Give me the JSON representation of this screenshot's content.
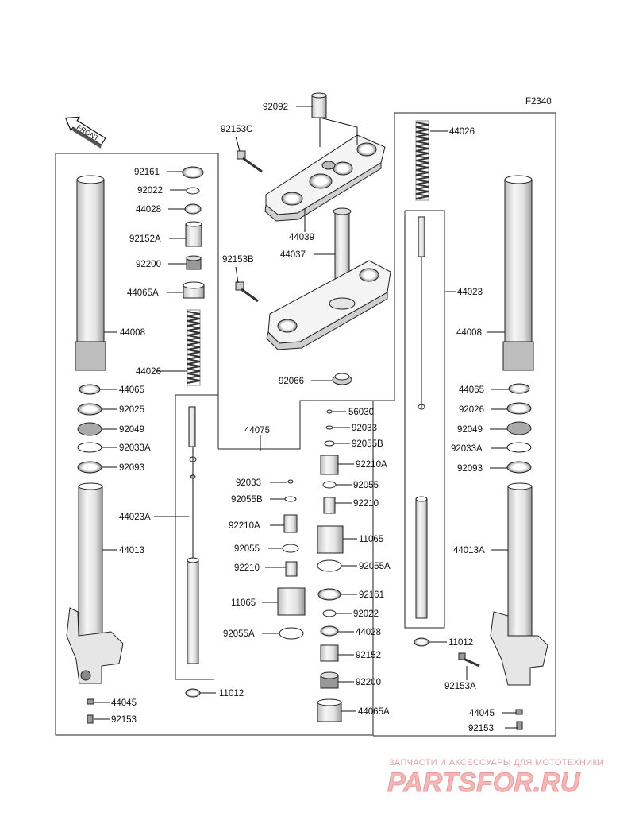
{
  "figure_code": "F2340",
  "front_label": "FRONT",
  "callouts": {
    "p92092": "92092",
    "p92153C": "92153C",
    "p44039": "44039",
    "p92153B": "92153B",
    "p44037": "44037",
    "p92066": "92066",
    "p44026_top": "44026",
    "p44023": "44023",
    "p44008_r": "44008",
    "p44065_r": "44065",
    "p92026_r": "92026",
    "p92049_r": "92049",
    "p92033A_r": "92033A",
    "p92093_r": "92093",
    "p44013A": "44013A",
    "p11012_r": "11012",
    "p92153A": "92153A",
    "p44045_r": "44045",
    "p92153_r": "92153",
    "p92161_l": "92161",
    "p92022_l": "92022",
    "p44028_l": "44028",
    "p92152A": "92152A",
    "p92200_l": "92200",
    "p44065A_l": "44065A",
    "p44008_l": "44008",
    "p44026_l": "44026",
    "p44065_l": "44065",
    "p92025": "92025",
    "p92049_l": "92049",
    "p92033A_l": "92033A",
    "p92093_l": "92093",
    "p44023A": "44023A",
    "p44013": "44013",
    "p44045_l": "44045",
    "p92153_l": "92153",
    "p44075": "44075",
    "p92033_c": "92033",
    "p92055B_c": "92055B",
    "p92210A_c": "92210A",
    "p92055_c": "92055",
    "p92210_c": "92210",
    "p11065_c": "11065",
    "p92055A_c": "92055A",
    "p11012_c": "11012",
    "p56030": "56030",
    "p92033_m": "92033",
    "p92055B_m": "92055B",
    "p92210A_m": "92210A",
    "p92055_m": "92055",
    "p92210_m": "92210",
    "p11065_m": "11065",
    "p92055A_m": "92055A",
    "p92161_m": "92161",
    "p92022_m": "92022",
    "p44028_m": "44028",
    "p92152_m": "92152",
    "p92200_m": "92200",
    "p44065A_m": "44065A"
  },
  "watermark": {
    "tagline": "ЗАПЧАСТИ И АКСЕССУАРЫ ДЛЯ МОТОТЕХНИКИ",
    "brand": "PARTSFOR.RU"
  },
  "colors": {
    "line": "#111111",
    "part_fill": "#f4f4f4",
    "part_shade": "#cfcfcf",
    "watermark": "#f2b8b8"
  }
}
